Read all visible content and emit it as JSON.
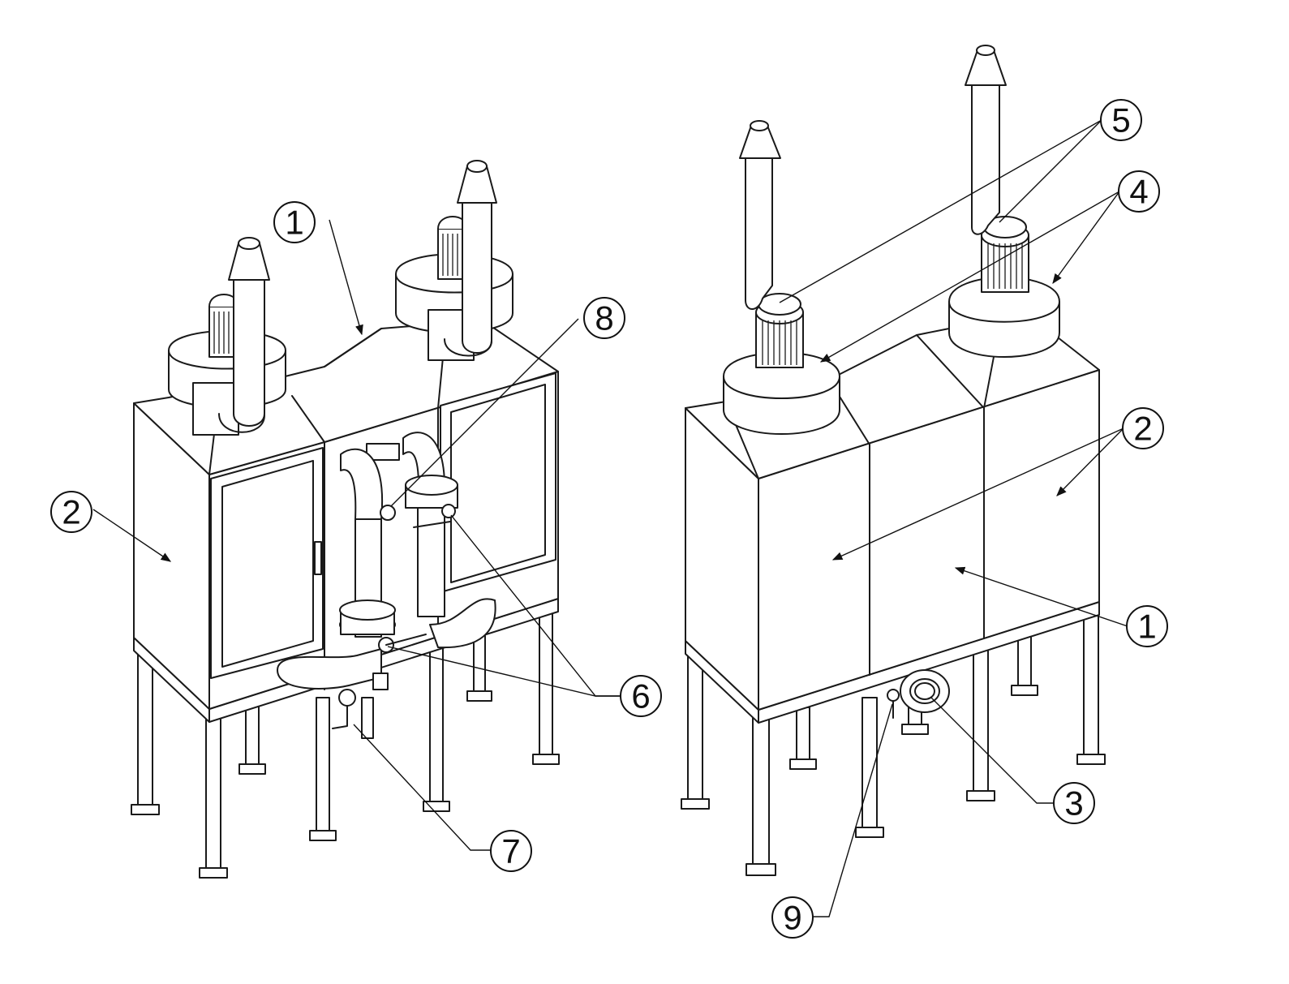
{
  "callouts": {
    "left": {
      "c1": "1",
      "c2": "2",
      "c6": "6",
      "c7": "7",
      "c8": "8"
    },
    "right": {
      "c1": "1",
      "c2": "2",
      "c3": "3",
      "c4": "4",
      "c5": "5",
      "c9": "9"
    }
  }
}
